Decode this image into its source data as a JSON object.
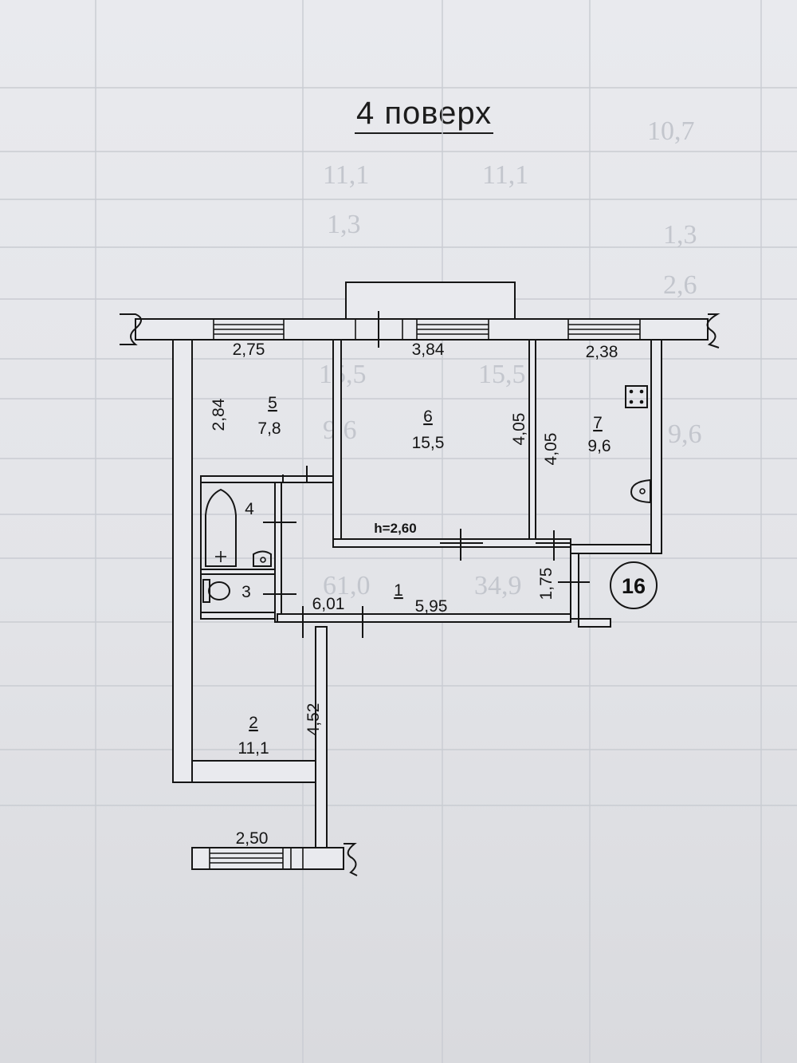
{
  "title": "4 поверх",
  "unit_number": "16",
  "ceiling_height": "h=2,60",
  "rooms": [
    {
      "number": "1",
      "area": "5,95"
    },
    {
      "number": "2",
      "area": "11,1"
    },
    {
      "number": "3"
    },
    {
      "number": "4"
    },
    {
      "number": "5",
      "area": "7,8"
    },
    {
      "number": "6",
      "area": "15,5"
    },
    {
      "number": "7",
      "area": "9,6"
    }
  ],
  "dimensions": {
    "room5_width": "2,75",
    "room5_depth": "2,84",
    "room6_width": "3,84",
    "room6_depth": "4,05",
    "room7_width": "2,38",
    "room7_depth": "4,05",
    "corridor_length": "6,01",
    "corridor_depth": "1,75",
    "room2_depth": "4,52",
    "room2_width": "2,50"
  },
  "background_table": [
    "10,7",
    "11,1",
    "11,1",
    "1,3",
    "1,3",
    "2,6",
    "15,5",
    "15,5",
    "9,6",
    "9,6",
    "61,0",
    "34,9"
  ]
}
